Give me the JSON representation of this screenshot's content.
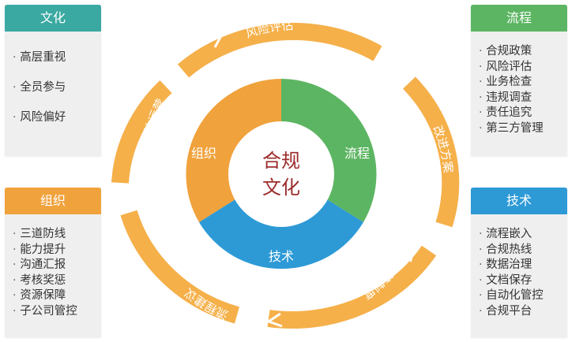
{
  "colors": {
    "teal": "#3aa9a2",
    "orange": "#f0a23c",
    "green": "#5cb562",
    "blue": "#2d9ad6",
    "center_text": "#9c2c2c"
  },
  "center": {
    "line1": "合规",
    "line2": "文化"
  },
  "ring_segments": {
    "org": "组织",
    "process": "流程",
    "tech": "技术"
  },
  "cycle_labels": {
    "top": "风险评估",
    "right": "改进方案",
    "bottom_right": "政策制度",
    "bottom_left": "流程建议",
    "left": "落地运营"
  },
  "cards": {
    "culture": {
      "title": "文化",
      "items": [
        "高层重视",
        "全员参与",
        "风险偏好"
      ]
    },
    "org": {
      "title": "组织",
      "items": [
        "三道防线",
        "能力提升",
        "沟通汇报",
        "考核奖惩",
        "资源保障",
        "子公司管控"
      ]
    },
    "process": {
      "title": "流程",
      "items": [
        "合规政策",
        "风险评估",
        "业务检查",
        "违规调查",
        "责任追究",
        "第三方管理"
      ]
    },
    "tech": {
      "title": "技术",
      "items": [
        "流程嵌入",
        "合规热线",
        "数据治理",
        "文档保存",
        "自动化管控",
        "合规平台"
      ]
    }
  }
}
